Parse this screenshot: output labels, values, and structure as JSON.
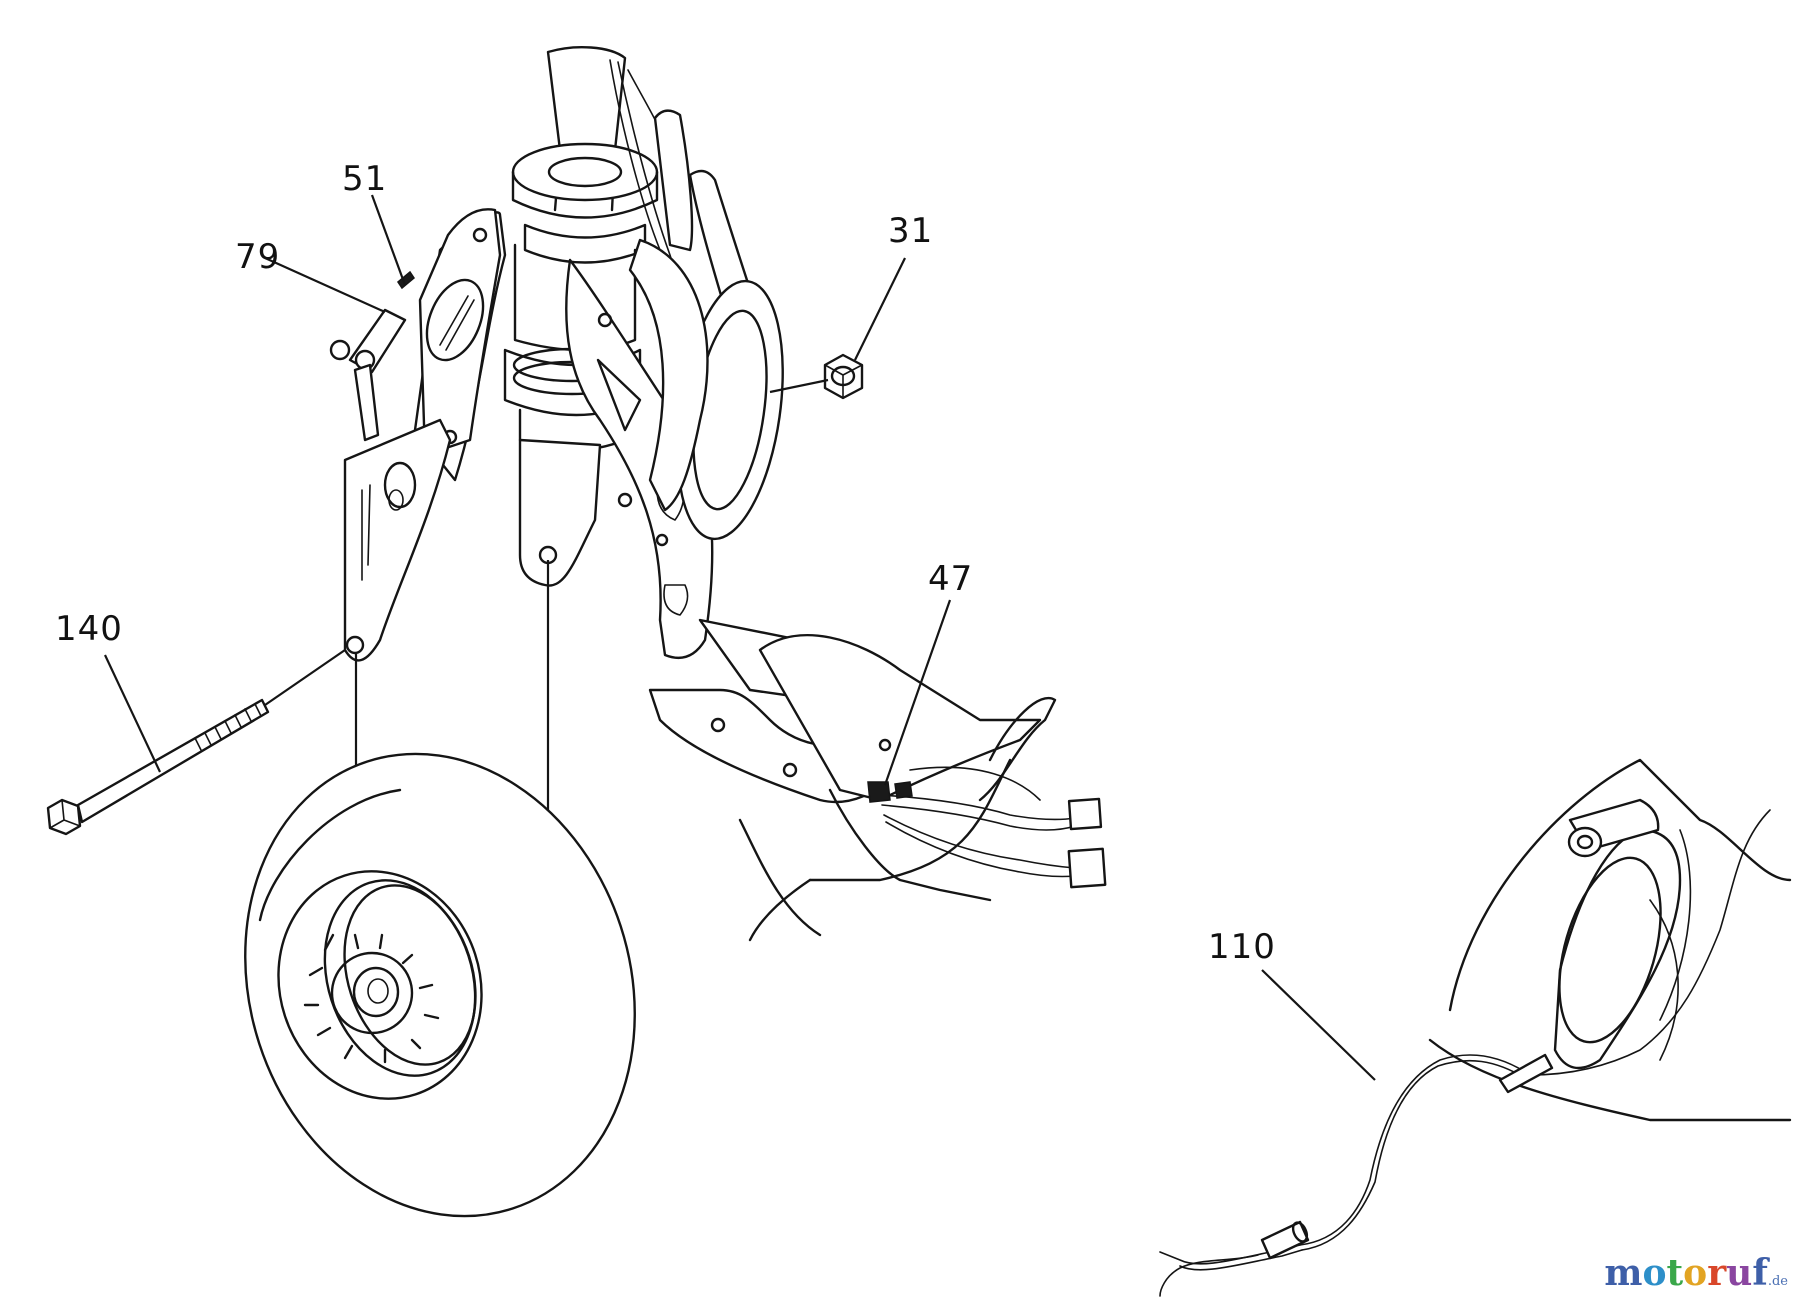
{
  "labels": {
    "p51": "51",
    "p79": "79",
    "p31": "31",
    "p47": "47",
    "p140": "140",
    "p110": "110"
  },
  "watermark": {
    "letters": [
      "m",
      "o",
      "t",
      "o",
      "r",
      "u",
      "f"
    ],
    "colors": [
      "#3e5fa8",
      "#2d8fc9",
      "#3aa74a",
      "#e2a423",
      "#d9472a",
      "#8a46a0",
      "#3e5fa8"
    ],
    "suffix": ".de"
  }
}
